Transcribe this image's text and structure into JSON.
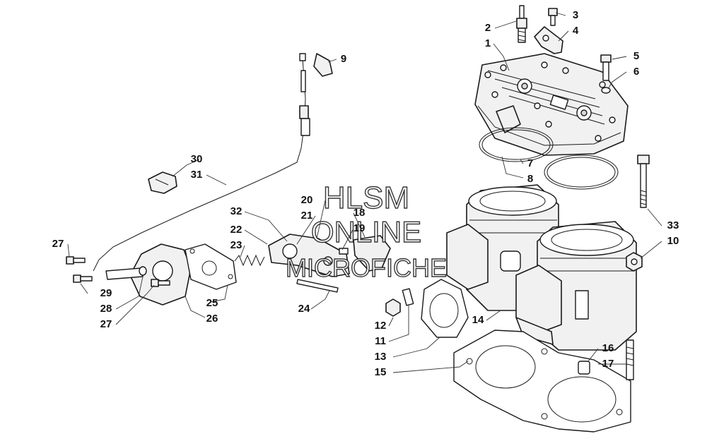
{
  "watermark": {
    "line1": "HLSM",
    "line2": "ONLINE",
    "line3": "MICROFICHE"
  },
  "callouts": [
    {
      "id": "1",
      "label": "1"
    },
    {
      "id": "2",
      "label": "2"
    },
    {
      "id": "3",
      "label": "3"
    },
    {
      "id": "4",
      "label": "4"
    },
    {
      "id": "5",
      "label": "5"
    },
    {
      "id": "6",
      "label": "6"
    },
    {
      "id": "7",
      "label": "7"
    },
    {
      "id": "8",
      "label": "8"
    },
    {
      "id": "9",
      "label": "9"
    },
    {
      "id": "10",
      "label": "10"
    },
    {
      "id": "11",
      "label": "11"
    },
    {
      "id": "12",
      "label": "12"
    },
    {
      "id": "13",
      "label": "13"
    },
    {
      "id": "14",
      "label": "14"
    },
    {
      "id": "15",
      "label": "15"
    },
    {
      "id": "16",
      "label": "16"
    },
    {
      "id": "17",
      "label": "17"
    },
    {
      "id": "18",
      "label": "18"
    },
    {
      "id": "19",
      "label": "19"
    },
    {
      "id": "20",
      "label": "20"
    },
    {
      "id": "21",
      "label": "21"
    },
    {
      "id": "22",
      "label": "22"
    },
    {
      "id": "23",
      "label": "23"
    },
    {
      "id": "24",
      "label": "24"
    },
    {
      "id": "25",
      "label": "25"
    },
    {
      "id": "26",
      "label": "26"
    },
    {
      "id": "27a",
      "label": "27"
    },
    {
      "id": "27b",
      "label": "27"
    },
    {
      "id": "28",
      "label": "28"
    },
    {
      "id": "29",
      "label": "29"
    },
    {
      "id": "30",
      "label": "30"
    },
    {
      "id": "31",
      "label": "31"
    },
    {
      "id": "32",
      "label": "32"
    },
    {
      "id": "33",
      "label": "33"
    }
  ]
}
